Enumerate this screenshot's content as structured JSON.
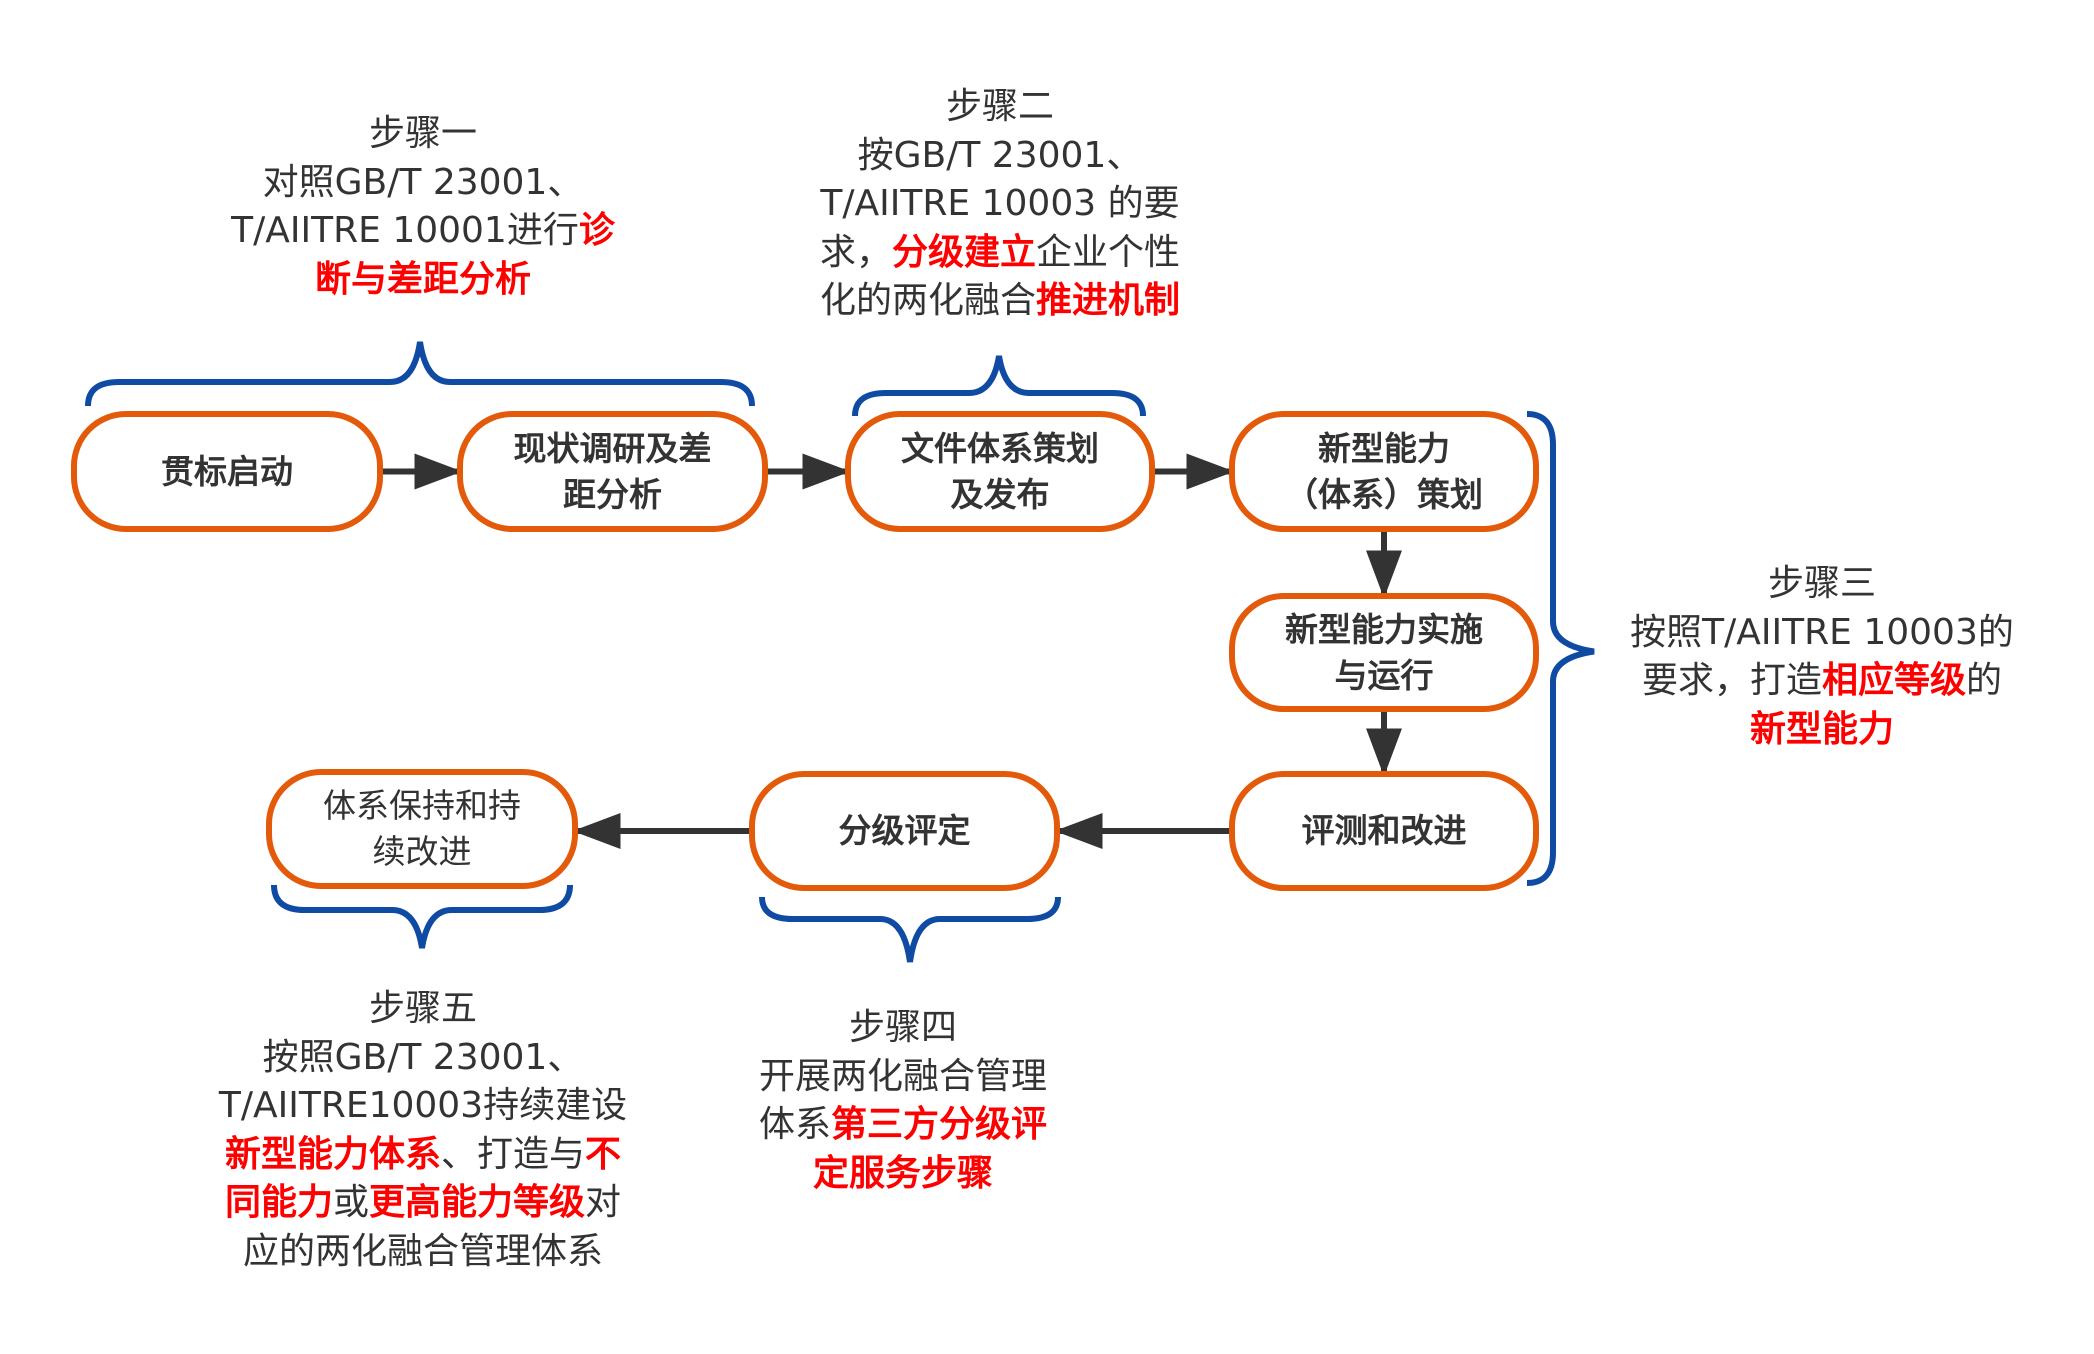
{
  "colors": {
    "node_stroke": "#e35a0a",
    "brace": "#0f4aa3",
    "arrow": "#333333",
    "text": "#333333",
    "highlight": "#ff0000"
  },
  "nodes": [
    {
      "id": "n1",
      "lines": [
        "贯标启动"
      ],
      "bold": true
    },
    {
      "id": "n2",
      "lines": [
        "现状调研及差",
        "距分析"
      ],
      "bold": true
    },
    {
      "id": "n3",
      "lines": [
        "文件体系策划",
        "及发布"
      ],
      "bold": true
    },
    {
      "id": "n4",
      "lines": [
        "新型能力",
        "（体系）策划"
      ],
      "bold": true
    },
    {
      "id": "n5",
      "lines": [
        "新型能力实施",
        "与运行"
      ],
      "bold": true
    },
    {
      "id": "n6",
      "lines": [
        "评测和改进"
      ],
      "bold": true
    },
    {
      "id": "n7",
      "lines": [
        "分级评定"
      ],
      "bold": true
    },
    {
      "id": "n8",
      "lines": [
        "体系保持和持",
        "续改进"
      ],
      "bold": false
    }
  ],
  "edges": [
    {
      "from": "n1",
      "to": "n2"
    },
    {
      "from": "n2",
      "to": "n3"
    },
    {
      "from": "n3",
      "to": "n4"
    },
    {
      "from": "n4",
      "to": "n5"
    },
    {
      "from": "n5",
      "to": "n6"
    },
    {
      "from": "n6",
      "to": "n7"
    },
    {
      "from": "n7",
      "to": "n8"
    }
  ],
  "steps": [
    {
      "id": "step1",
      "title": "步骤一",
      "lines": [
        [
          {
            "t": "对照GB/T 23001、"
          }
        ],
        [
          {
            "t": "T/AIITRE 10001进行"
          },
          {
            "t": "诊",
            "hl": true
          }
        ],
        [
          {
            "t": "断与差距分析",
            "hl": true
          }
        ]
      ]
    },
    {
      "id": "step2",
      "title": "步骤二",
      "lines": [
        [
          {
            "t": "按GB/T 23001、"
          }
        ],
        [
          {
            "t": "T/AIITRE 10003 的要"
          }
        ],
        [
          {
            "t": "求，"
          },
          {
            "t": "分级建立",
            "hl": true
          },
          {
            "t": "企业个性"
          }
        ],
        [
          {
            "t": "化的两化融合"
          },
          {
            "t": "推进机制",
            "hl": true
          }
        ]
      ]
    },
    {
      "id": "step3",
      "title": "步骤三",
      "lines": [
        [
          {
            "t": "按照T/AIITRE 10003的"
          }
        ],
        [
          {
            "t": "要求，打造"
          },
          {
            "t": "相应等级",
            "hl": true
          },
          {
            "t": "的"
          }
        ],
        [
          {
            "t": "新型能力",
            "hl": true
          }
        ]
      ]
    },
    {
      "id": "step4",
      "title": "步骤四",
      "lines": [
        [
          {
            "t": "开展两化融合管理"
          }
        ],
        [
          {
            "t": "体系"
          },
          {
            "t": "第三方分级评",
            "hl": true
          }
        ],
        [
          {
            "t": "定服务步骤",
            "hl": true
          }
        ]
      ]
    },
    {
      "id": "step5",
      "title": "步骤五",
      "lines": [
        [
          {
            "t": "按照GB/T 23001、"
          }
        ],
        [
          {
            "t": "T/AIITRE10003持续建设"
          }
        ],
        [
          {
            "t": "新型能力体系",
            "hl": true
          },
          {
            "t": "、打造与"
          },
          {
            "t": "不",
            "hl": true
          }
        ],
        [
          {
            "t": "同能力",
            "hl": true
          },
          {
            "t": "或"
          },
          {
            "t": "更高能力等级",
            "hl": true
          },
          {
            "t": "对"
          }
        ],
        [
          {
            "t": "应的两化融合管理体系"
          }
        ]
      ]
    }
  ]
}
